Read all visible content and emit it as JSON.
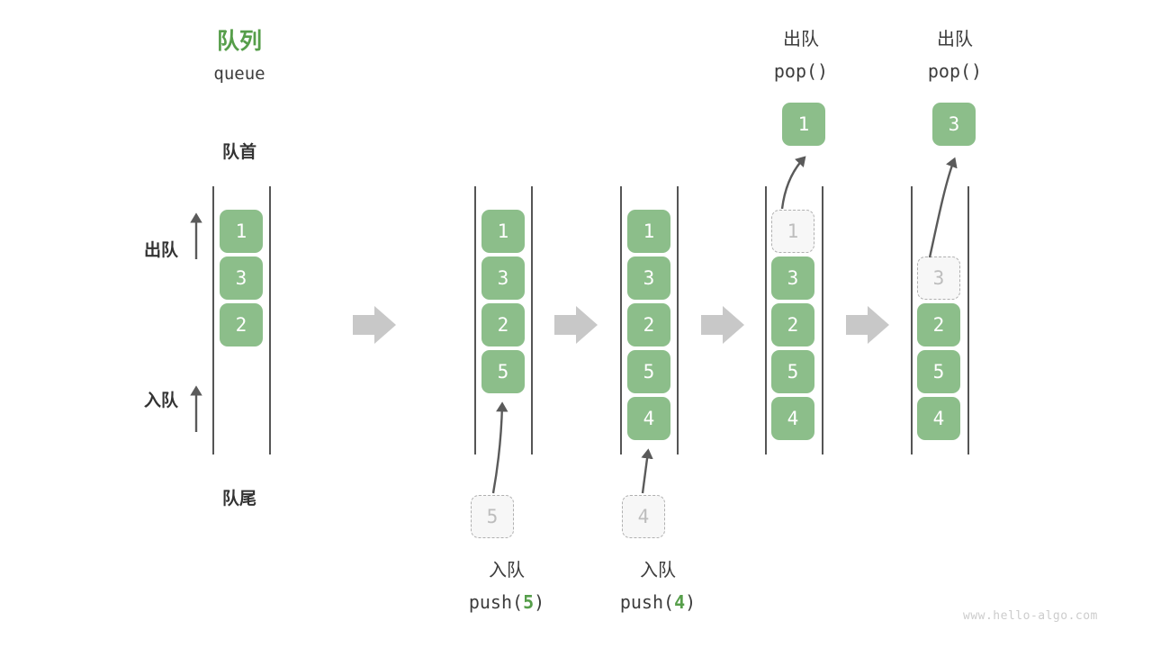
{
  "header": {
    "title_cn": "队列",
    "title_en": "queue",
    "front_label": "队首",
    "rear_label": "队尾"
  },
  "side_labels": {
    "dequeue": "出队",
    "enqueue": "入队"
  },
  "watermark": "www.hello-algo.com",
  "colors": {
    "accent_green": "#569e4a",
    "cell_green": "#8cbe8a",
    "ghost_fill": "#f7f7f7",
    "ghost_border": "#b0b0b0",
    "ghost_text": "#bdbdbd",
    "rail": "#555555",
    "flow_arrow": "#c8c8c8",
    "curve_arrow": "#5a5a5a",
    "text_dark": "#333333",
    "watermark": "#cccccc"
  },
  "operations": {
    "push5": {
      "cn": "入队",
      "code_prefix": "push(",
      "code_num": "5",
      "code_suffix": ")"
    },
    "push4": {
      "cn": "入队",
      "code_prefix": "push(",
      "code_num": "4",
      "code_suffix": ")"
    },
    "pop1": {
      "cn": "出队",
      "code": "pop()"
    },
    "pop2": {
      "cn": "出队",
      "code": "pop()"
    }
  },
  "chart_data": {
    "type": "diagram",
    "title": "队列 queue",
    "stages": [
      {
        "id": "initial",
        "cells": [
          "1",
          "3",
          "2"
        ],
        "ghosts": [],
        "incoming": null,
        "outgoing": null
      },
      {
        "id": "push-5",
        "cells": [
          "1",
          "3",
          "2",
          "5"
        ],
        "ghosts": [],
        "incoming": "5",
        "outgoing": null
      },
      {
        "id": "push-4",
        "cells": [
          "1",
          "3",
          "2",
          "5",
          "4"
        ],
        "ghosts": [],
        "incoming": "4",
        "outgoing": null
      },
      {
        "id": "pop-1",
        "cells": [
          "3",
          "2",
          "5",
          "4"
        ],
        "ghosts": [
          "1"
        ],
        "incoming": null,
        "outgoing": "1"
      },
      {
        "id": "pop-3",
        "cells": [
          "2",
          "5",
          "4"
        ],
        "ghosts": [
          "3"
        ],
        "incoming": null,
        "outgoing": "3"
      }
    ]
  },
  "cells": {
    "q1": [
      "1",
      "3",
      "2"
    ],
    "q2": [
      "1",
      "3",
      "2",
      "5"
    ],
    "q3": [
      "1",
      "3",
      "2",
      "5",
      "4"
    ],
    "q4_ghost": "1",
    "q4": [
      "3",
      "2",
      "5",
      "4"
    ],
    "q4_popped": "1",
    "q5_ghost": "3",
    "q5": [
      "2",
      "5",
      "4"
    ],
    "q5_popped": "3",
    "in5": "5",
    "in4": "4"
  }
}
